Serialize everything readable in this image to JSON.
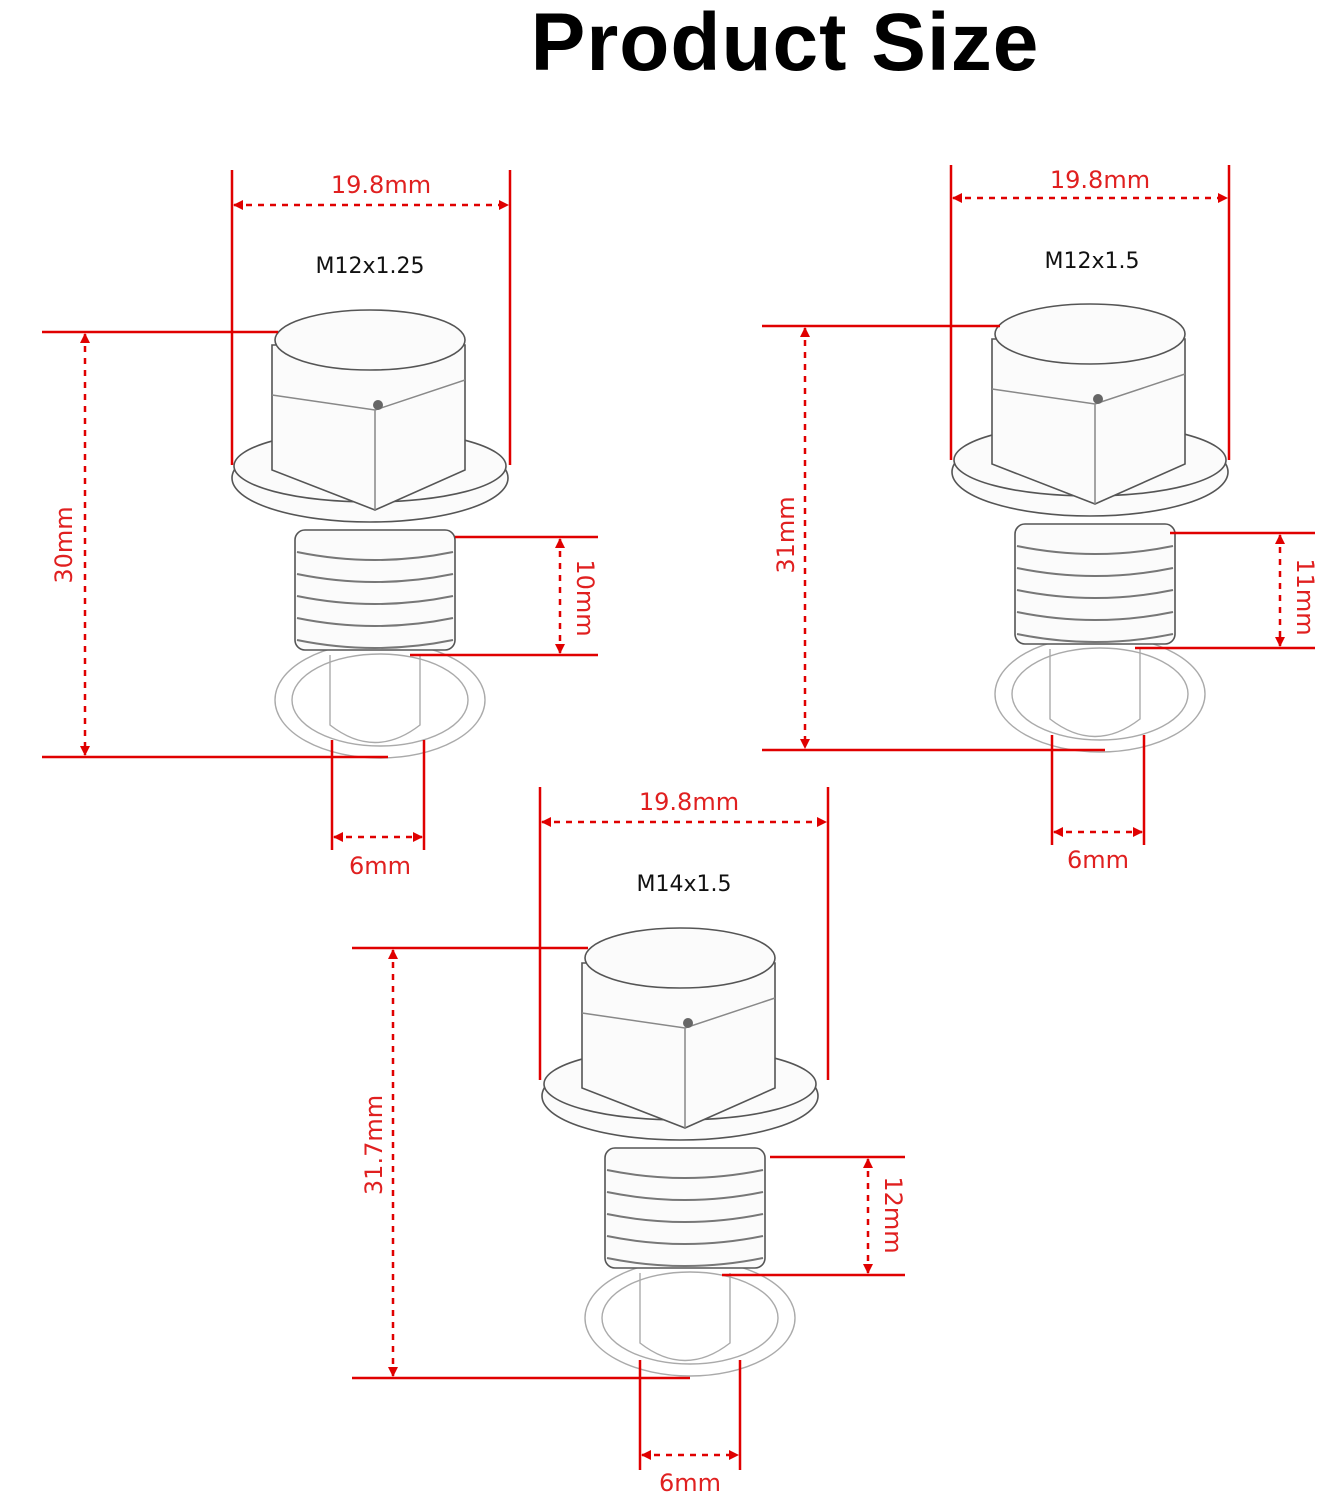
{
  "title": "Product Size",
  "colors": {
    "dimension": "#e00000",
    "text": "#111111"
  },
  "bolts": [
    {
      "thread_spec": "M12x1.25",
      "head_width": "19.8mm",
      "total_length": "30mm",
      "thread_length": "10mm",
      "pin_diameter": "6mm"
    },
    {
      "thread_spec": "M12x1.5",
      "head_width": "19.8mm",
      "total_length": "31mm",
      "thread_length": "11mm",
      "pin_diameter": "6mm"
    },
    {
      "thread_spec": "M14x1.5",
      "head_width": "19.8mm",
      "total_length": "31.7mm",
      "thread_length": "12mm",
      "pin_diameter": "6mm"
    }
  ]
}
